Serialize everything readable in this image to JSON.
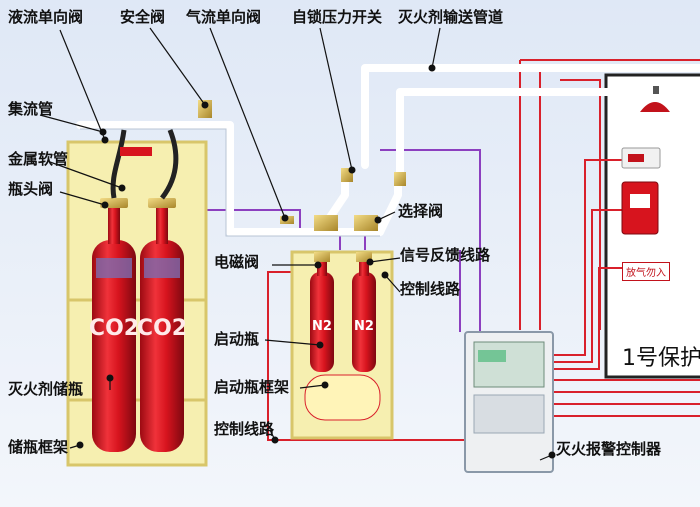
{
  "labels": {
    "liquid_check_valve": "液流单向阀",
    "safety_valve": "安全阀",
    "gas_check_valve": "气流单向阀",
    "pressure_switch": "自锁压力开关",
    "agent_pipe": "灭火剂输送管道",
    "manifold": "集流管",
    "metal_hose": "金属软管",
    "bottle_valve": "瓶头阀",
    "selector_valve": "选择阀",
    "solenoid_valve": "电磁阀",
    "feedback_line": "信号反馈线路",
    "control_line_1": "控制线路",
    "start_bottle": "启动瓶",
    "agent_bottle": "灭火剂储瓶",
    "start_bottle_frame": "启动瓶框架",
    "bottle_frame": "储瓶框架",
    "control_line_2": "控制线路",
    "alarm_controller": "灭火报警控制器"
  },
  "cylinder_text": {
    "co2_left": "CO2",
    "co2_right": "CO2",
    "n2_left": "N2",
    "n2_right": "N2"
  },
  "protected_area": {
    "title": "1号保护",
    "gas_sign": "放气勿入"
  },
  "colors": {
    "cylinder_red": "#d7141e",
    "frame_yellow": "#f6efb0",
    "pipe_white": "#ffffff",
    "wire_red": "#d9202b",
    "wire_purple": "#8c3fbf",
    "background": "#eaf1fa"
  }
}
